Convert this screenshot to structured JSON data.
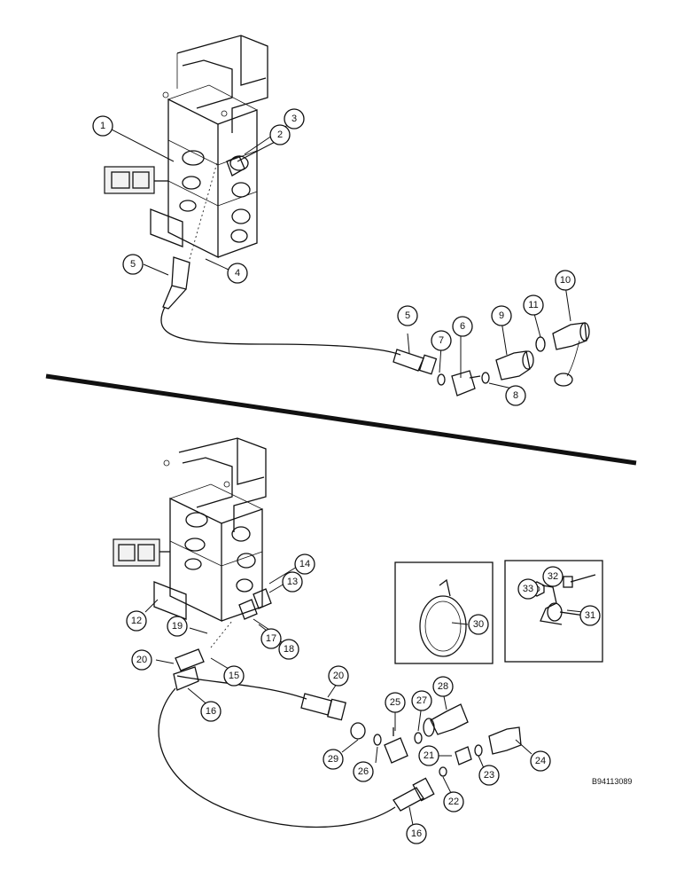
{
  "reference_code": "B94113089",
  "callouts": [
    {
      "id": "c1",
      "label": "1"
    },
    {
      "id": "c2",
      "label": "2"
    },
    {
      "id": "c3",
      "label": "3"
    },
    {
      "id": "c4",
      "label": "4"
    },
    {
      "id": "c5a",
      "label": "5"
    },
    {
      "id": "c5b",
      "label": "5"
    },
    {
      "id": "c6",
      "label": "6"
    },
    {
      "id": "c7",
      "label": "7"
    },
    {
      "id": "c8",
      "label": "8"
    },
    {
      "id": "c9",
      "label": "9"
    },
    {
      "id": "c10",
      "label": "10"
    },
    {
      "id": "c11",
      "label": "11"
    },
    {
      "id": "c12",
      "label": "12"
    },
    {
      "id": "c13",
      "label": "13"
    },
    {
      "id": "c14",
      "label": "14"
    },
    {
      "id": "c15",
      "label": "15"
    },
    {
      "id": "c16a",
      "label": "16"
    },
    {
      "id": "c16b",
      "label": "16"
    },
    {
      "id": "c17",
      "label": "17"
    },
    {
      "id": "c18",
      "label": "18"
    },
    {
      "id": "c19",
      "label": "19"
    },
    {
      "id": "c20a",
      "label": "20"
    },
    {
      "id": "c20b",
      "label": "20"
    },
    {
      "id": "c21",
      "label": "21"
    },
    {
      "id": "c22",
      "label": "22"
    },
    {
      "id": "c23",
      "label": "23"
    },
    {
      "id": "c24",
      "label": "24"
    },
    {
      "id": "c25",
      "label": "25"
    },
    {
      "id": "c26",
      "label": "26"
    },
    {
      "id": "c27",
      "label": "27"
    },
    {
      "id": "c28",
      "label": "28"
    },
    {
      "id": "c29",
      "label": "29"
    },
    {
      "id": "c30",
      "label": "30"
    },
    {
      "id": "c31",
      "label": "31"
    },
    {
      "id": "c32",
      "label": "32"
    },
    {
      "id": "c33",
      "label": "33"
    }
  ]
}
